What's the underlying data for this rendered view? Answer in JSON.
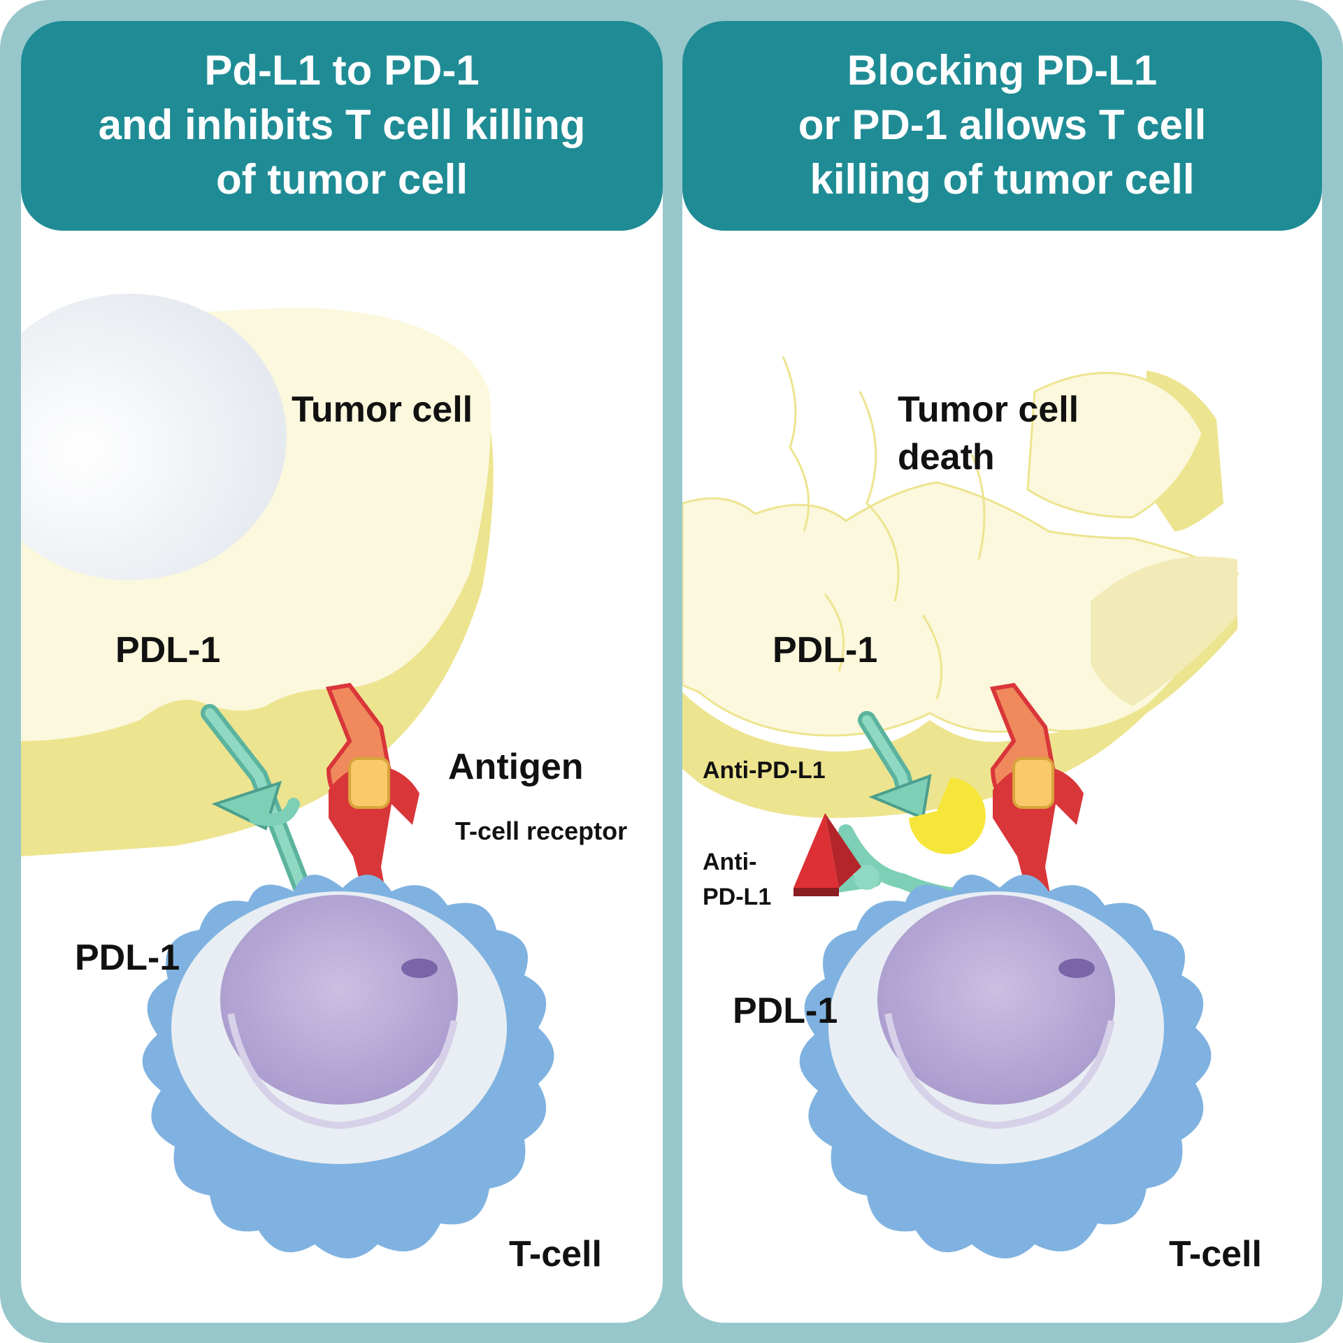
{
  "left_panel": {
    "title_lines": [
      "Pd-L1 to PD-1",
      "and inhibits T cell killing",
      "of tumor cell"
    ],
    "tumor_cell_label": "Tumor cell",
    "pdl1_upper_label": "PDL-1",
    "antigen_label": "Antigen",
    "tcr_label": "T-cell receptor",
    "pdl1_lower_label": "PDL-1",
    "tcell_label": "T-cell"
  },
  "right_panel": {
    "title_lines": [
      "Blocking PD-L1",
      "or PD-1 allows T cell",
      "killing of tumor cell"
    ],
    "tumor_death_lines": [
      "Tumor cell",
      "death"
    ],
    "pdl1_upper_label": "PDL-1",
    "anti_pdl1_label": "Anti-PD-L1",
    "anti_pdl1_lines": [
      "Anti-",
      "PD-L1"
    ],
    "pdl1_lower_label": "PDL-1",
    "tcell_label": "T-cell"
  },
  "colors": {
    "frame": "#97c7cb",
    "title_bar": "#1f8c95",
    "tumor_cytoplasm": "#fbf8dd",
    "tumor_rim": "#ede48f",
    "nucleus": "#eef1f5",
    "tcell_membrane": "#7fb2e0",
    "tcell_nucleus": "#b7a8d4",
    "pd1_receptor": "#7dcfb6",
    "tcr_receptor": "#d9363a",
    "antigen": "#f9c96a",
    "antibody_yellow": "#f7e63a",
    "antibody_red": "#dc3035"
  }
}
